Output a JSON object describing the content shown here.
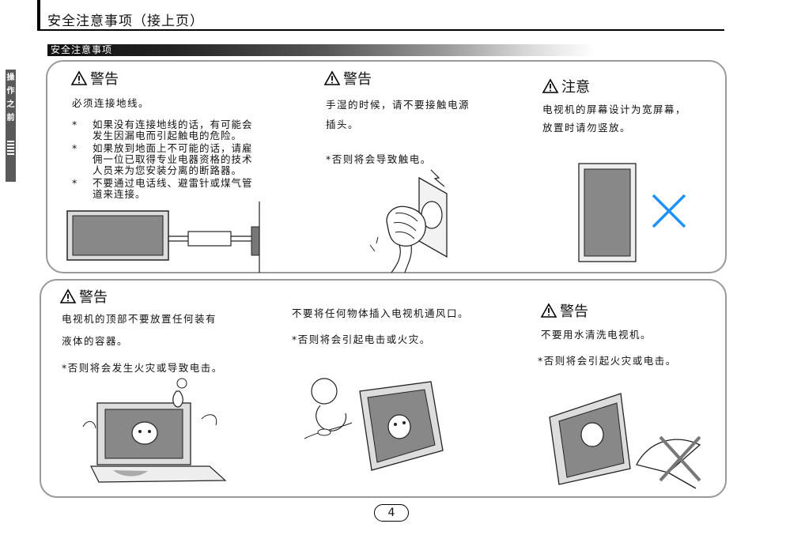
{
  "header": {
    "title": "安全注意事项（接上页）"
  },
  "section": {
    "label": "安全注意事项"
  },
  "side_tab": {
    "chars": [
      "操",
      "作",
      "之",
      "前"
    ]
  },
  "top_panel": {
    "col1": {
      "heading": "警告",
      "intro": "必须连接地线。",
      "bullets": [
        {
          "mark": "*",
          "lines": [
            "如果没有连接地线的话，有可能会",
            "发生因漏电而引起触电的危险。"
          ]
        },
        {
          "mark": "*",
          "lines": [
            "如果放到地面上不可能的话，请雇",
            "佣一位已取得专业电器资格的技术",
            "人员来为您安装分离的断路器。"
          ]
        },
        {
          "mark": "*",
          "lines": [
            "不要通过电话线、避雷针或煤气管",
            "道来连接。"
          ]
        }
      ]
    },
    "col2": {
      "heading": "警告",
      "line1": "手湿的时候，请不要接触电源",
      "line2": "插头。",
      "note": "*否则将会导致触电。"
    },
    "col3": {
      "heading": "注意",
      "line1": "电视机的屏幕设计为宽屏幕，",
      "line2": "放置时请勿竖放。"
    }
  },
  "bottom_panel": {
    "col1": {
      "heading": "警告",
      "line1": "电视机的顶部不要放置任何装有",
      "line2": "液体的容器。",
      "note": "*否则将会发生火灾或导致电击。"
    },
    "col2": {
      "line1": "不要将任何物体插入电视机通风口。",
      "note": "*否则将会引起电击或火灾。"
    },
    "col3": {
      "heading": "警告",
      "line1": "不要用水清洗电视机。",
      "note": "*否则将会引起火灾或电击。"
    }
  },
  "footer": {
    "page_number": "4"
  },
  "colors": {
    "cross": "#1e90ff",
    "panel_border": "#999999",
    "band_dark": "#111111"
  }
}
